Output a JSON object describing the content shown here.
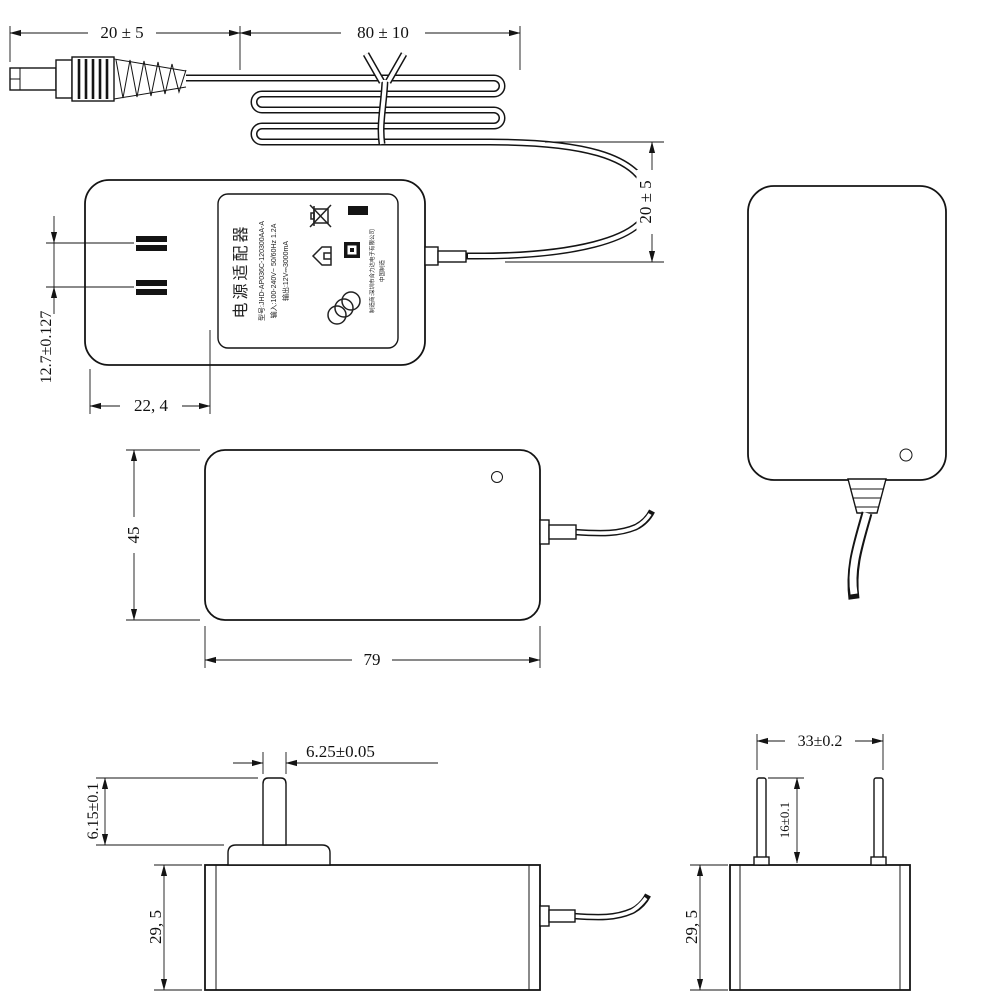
{
  "page": {
    "background": "#ffffff",
    "line_color": "#141414"
  },
  "dims": {
    "plug_length": "20 ± 5",
    "cable_loop": "80 ± 10",
    "cable_drop": "20 ± 5",
    "prong_pitch": "12.7±0.127",
    "prong_offset": "22, 4",
    "body_height": "45",
    "body_length": "79",
    "pin_tip": "6.25±0.05",
    "pin_stub": "6.15±0.1",
    "thickness_left": "29, 5",
    "prong_span": "33±0.2",
    "prong_length": "16±0.1",
    "thickness_right": "29, 5"
  },
  "label": {
    "product": "电源适配器",
    "model": "型号:JHD-AP036C-120300AA-A",
    "input": "输入:100-240V~ 50/60Hz 1.2A",
    "output": "输出:12V⎓3000mA",
    "maker": "制造商:深圳市合力达电子有限公司",
    "origin": "中国制造"
  },
  "icons": {
    "weee": "weee-crossed-bin-icon",
    "class_ii": "class-ii-insulation-icon",
    "indoor": "indoor-use-icon",
    "ccc": "ccc-mark-icon"
  }
}
